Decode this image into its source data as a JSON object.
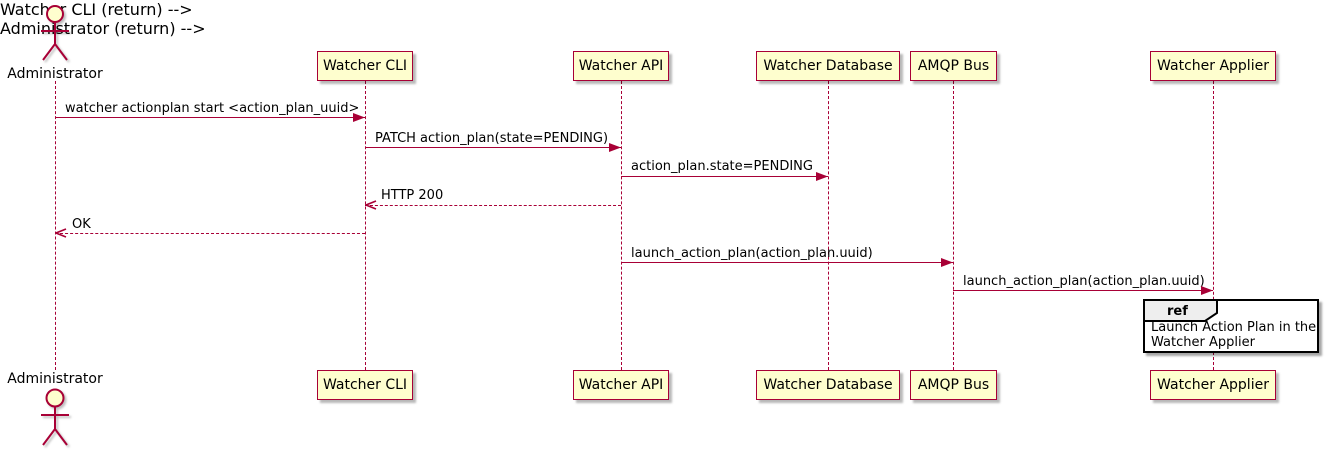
{
  "actor": {
    "name": "Administrator"
  },
  "participants": [
    {
      "name": "Watcher CLI"
    },
    {
      "name": "Watcher API"
    },
    {
      "name": "Watcher Database"
    },
    {
      "name": "AMQP Bus"
    },
    {
      "name": "Watcher Applier"
    }
  ],
  "messages": [
    {
      "label": "watcher actionplan start <action_plan_uuid>",
      "from": "Administrator",
      "to": "Watcher CLI",
      "style": "solid"
    },
    {
      "label": "PATCH action_plan(state=PENDING)",
      "from": "Watcher CLI",
      "to": "Watcher API",
      "style": "solid"
    },
    {
      "label": "action_plan.state=PENDING",
      "from": "Watcher API",
      "to": "Watcher Database",
      "style": "solid"
    },
    {
      "label": "HTTP 200",
      "from": "Watcher API",
      "to": "Watcher CLI",
      "style": "dashed-return"
    },
    {
      "label": "OK",
      "from": "Watcher CLI",
      "to": "Administrator",
      "style": "dashed-return"
    },
    {
      "label": "launch_action_plan(action_plan.uuid)",
      "from": "Watcher API",
      "to": "AMQP Bus",
      "style": "solid"
    },
    {
      "label": "launch_action_plan(action_plan.uuid)",
      "from": "AMQP Bus",
      "to": "Watcher Applier",
      "style": "solid"
    }
  ],
  "ref_box": {
    "tag": "ref",
    "text": "Launch Action Plan in the Watcher Applier",
    "over": "Watcher Applier"
  },
  "colors": {
    "participant_fill": "#FEFECE",
    "participant_border": "#A80036",
    "line": "#A80036",
    "text": "#000000",
    "ref_border": "#000000",
    "ref_tag_fill": "#EEEEEE"
  }
}
